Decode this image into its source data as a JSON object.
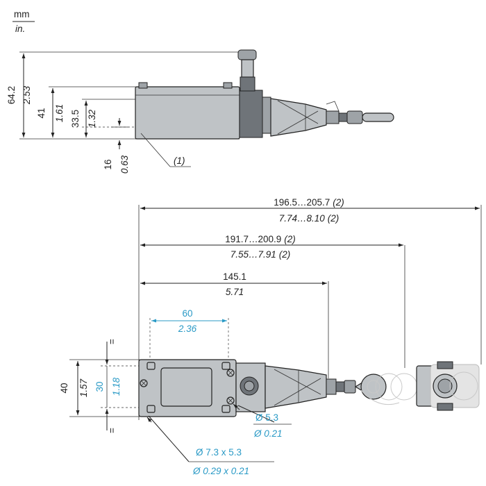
{
  "units": {
    "primary": "mm",
    "secondary": "in."
  },
  "side_view": {
    "height_total": {
      "mm": "64.2",
      "in": "2.53"
    },
    "height_body": {
      "mm": "41",
      "in": "1.61"
    },
    "height_center": {
      "mm": "33.5",
      "in": "1.32"
    },
    "height_base": {
      "mm": "16",
      "in": "0.63"
    },
    "note_marker": "(1)"
  },
  "top_view": {
    "length_max": {
      "mm": "196.5…205.7",
      "mm_note": "(2)",
      "in": "7.74…8.10",
      "in_note": "(2)"
    },
    "length_mid": {
      "mm": "191.7…200.9",
      "mm_note": "(2)",
      "in": "7.55…7.91",
      "in_note": "(2)"
    },
    "length_min": {
      "mm": "145.1",
      "in": "5.71"
    },
    "hole_spacing": {
      "mm": "60",
      "in": "2.36"
    },
    "width_total": {
      "mm": "40",
      "in": "1.57"
    },
    "hole_pitch": {
      "mm": "30",
      "in": "1.18"
    },
    "equal_mark": "=",
    "hole_round": {
      "mm": "Ø 5.3",
      "in": "Ø 0.21"
    },
    "hole_slot": {
      "mm": "Ø 7.3 x 5.3",
      "in": "Ø 0.29 x 0.21"
    }
  },
  "colors": {
    "line": "#222222",
    "accent": "#2a9ac6",
    "body": "#bfc3c6",
    "ghost": "#c8c8c8"
  }
}
